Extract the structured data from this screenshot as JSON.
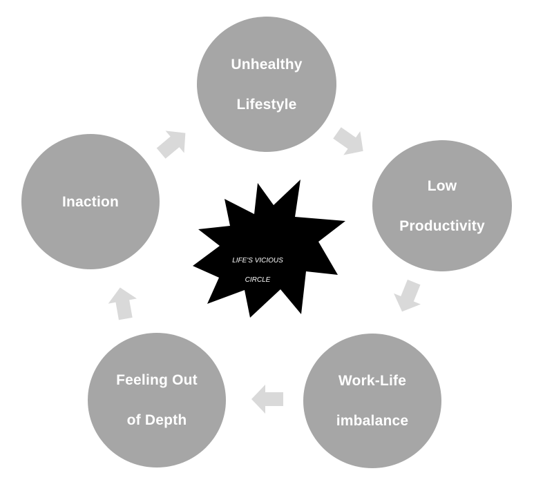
{
  "diagram": {
    "center": {
      "line1": "LIFE'S VICIOUS",
      "line2": "CIRCLE"
    },
    "nodes": [
      {
        "line1": "Unhealthy",
        "line2": "Lifestyle"
      },
      {
        "line1": "Low",
        "line2": "Productivity"
      },
      {
        "line1": "Work-Life",
        "line2": "imbalance"
      },
      {
        "line1": "Feeling Out",
        "line2": "of Depth"
      },
      {
        "line1": "Inaction",
        "line2": ""
      }
    ],
    "colors": {
      "node_fill": "#a6a6a6",
      "node_text": "#ffffff",
      "arrow_fill": "#d9d9d9",
      "burst_fill": "#000000",
      "burst_text": "#ffffff"
    }
  }
}
